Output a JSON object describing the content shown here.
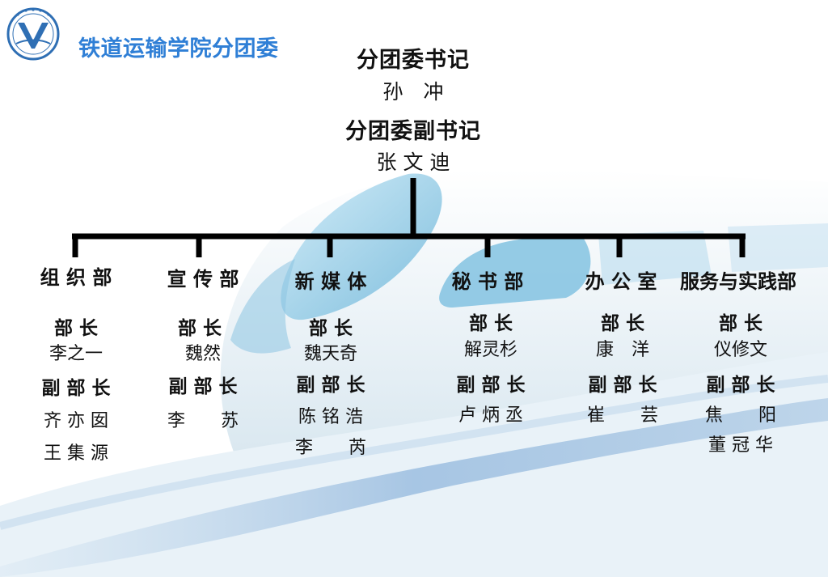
{
  "organization": {
    "name": "铁道运输学院分团委"
  },
  "leadership": {
    "secretary_title": "分团委书记",
    "secretary_name": "孙　冲",
    "deputy_title": "分团委副书记",
    "deputy_name": "张 文 迪"
  },
  "departments": [
    {
      "name": "组 织 部",
      "head_label": "部 长",
      "head": "李之一",
      "deputy_label": "副 部 长",
      "deputy_1": "齐 亦 囡",
      "deputy_2": "王 集 源"
    },
    {
      "name": "宣 传 部",
      "head_label": "部 长",
      "head": "魏然",
      "deputy_label": "副 部 长",
      "deputy_1": "李　　苏",
      "deputy_2": ""
    },
    {
      "name": "新 媒 体",
      "head_label": "部 长",
      "head": "魏天奇",
      "deputy_label": "副 部 长",
      "deputy_1": "陈 铭 浩",
      "deputy_2": "李　　芮"
    },
    {
      "name": "秘 书 部",
      "head_label": "部 长",
      "head": "解灵杉",
      "deputy_label": "副 部 长",
      "deputy_1": "卢 炳 丞",
      "deputy_2": ""
    },
    {
      "name": "办 公 室",
      "head_label": "部 长",
      "head": "康　洋",
      "deputy_label": "副 部 长",
      "deputy_1": "崔　　芸",
      "deputy_2": ""
    },
    {
      "name": "服务与实践部",
      "head_label": "部 长",
      "head": "仪修文",
      "deputy_label": "副 部 长",
      "deputy_1": "焦　　阳",
      "deputy_2": "董 冠 华"
    }
  ],
  "colors": {
    "brand": "#2f7fd6",
    "connector": "#000000",
    "train": "#9fd0ea"
  }
}
